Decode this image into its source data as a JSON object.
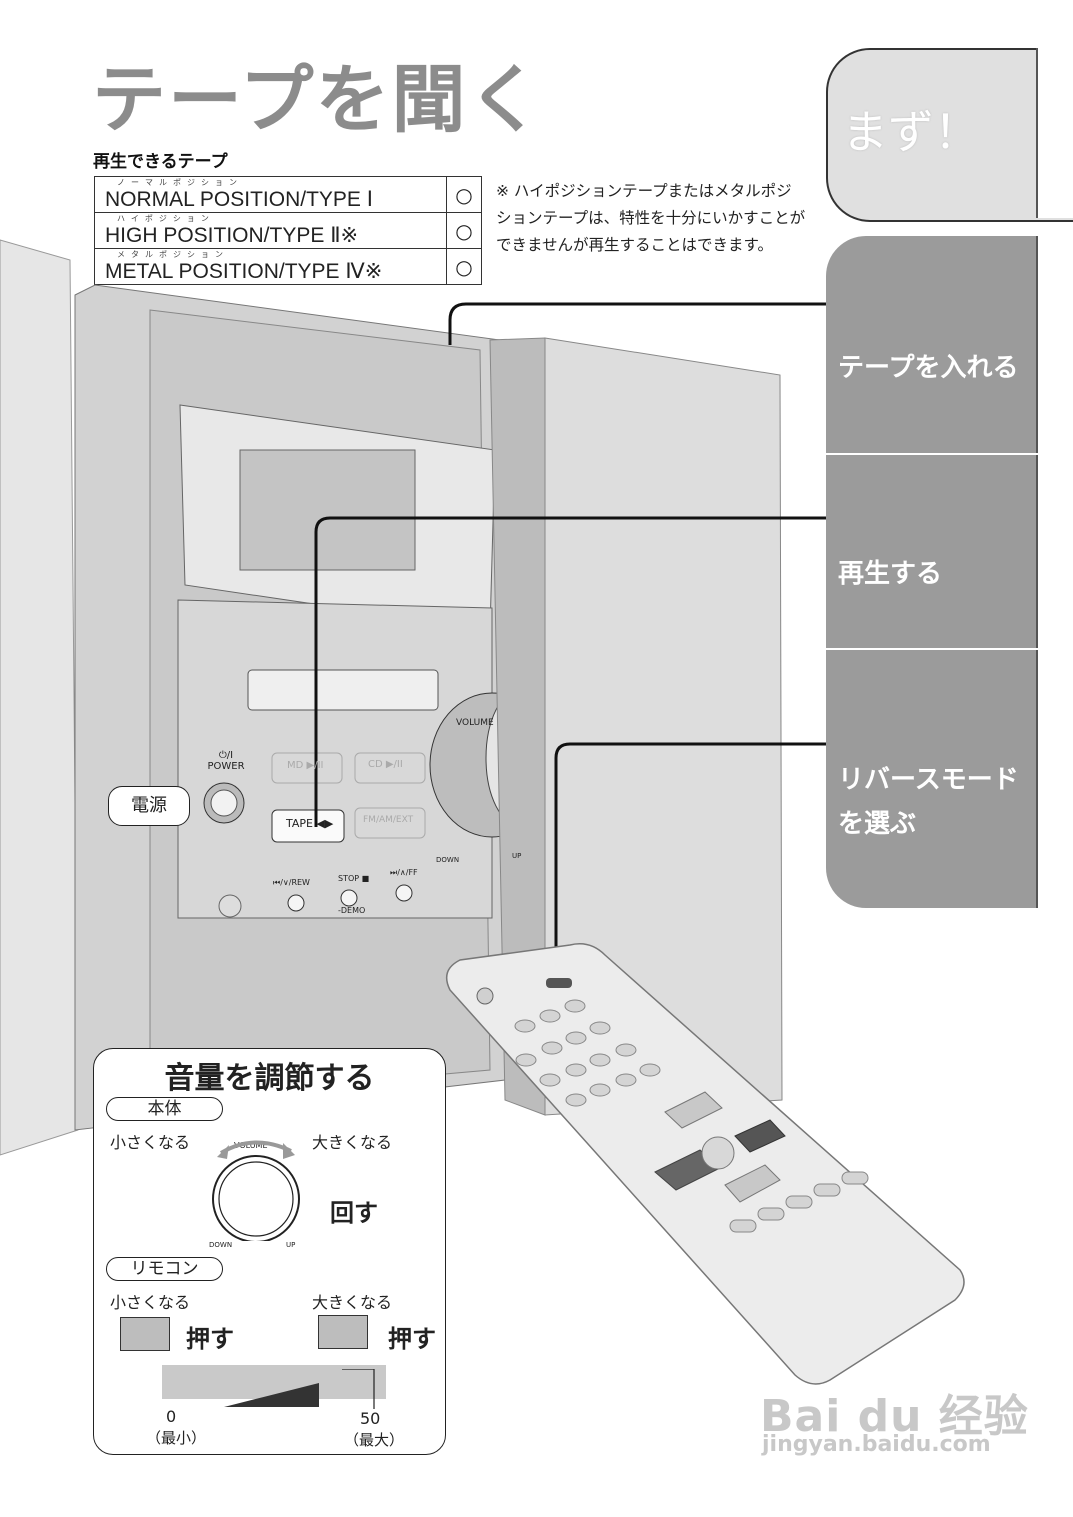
{
  "page": {
    "title": "テープを聞く",
    "tapes_heading": "再生できるテープ",
    "tapes": [
      {
        "ruby": "ノーマルポジション",
        "name": "NORMAL POSITION/TYPE Ⅰ",
        "mark": "○"
      },
      {
        "ruby": "ハイポジション",
        "name": "HIGH POSITION/TYPE Ⅱ※",
        "mark": "○"
      },
      {
        "ruby": "メタルポジション",
        "name": "METAL POSITION/TYPE Ⅳ※",
        "mark": "○"
      }
    ],
    "note": "※ ハイポジションテープまたはメタルポジションテープは、特性を十分にいかすことができませんが再生することはできます。"
  },
  "tabs": {
    "first": "まず！",
    "steps": [
      "テープを入れる",
      "再生する",
      "リバースモード",
      "を選ぶ"
    ]
  },
  "device": {
    "power_label": "電源",
    "power_button": "⏻/I POWER",
    "volume_label": "VOLUME",
    "down": "DOWN",
    "up": "UP",
    "md": "MD ▶/II",
    "cd": "CD ▶/II",
    "tape": "TAPE ◀▶",
    "fm": "FM/AM/EXT",
    "rew": "⏮/∨/REW",
    "stop": "STOP ■",
    "demo": "-DEMO",
    "ff": "⏭/∧/FF"
  },
  "volume_panel": {
    "title": "音量を調節する",
    "unit_pill": "本体",
    "smaller": "小さくなる",
    "bigger": "大きくなる",
    "knob_label": "VOLUME",
    "knob_down": "DOWN",
    "knob_up": "UP",
    "turn": "回す",
    "remote_pill": "リモコン",
    "press_left": "押す",
    "press_right": "押す",
    "min_value": "0",
    "min_label": "（最小）",
    "max_value": "50",
    "max_label": "（最大）"
  },
  "watermark": {
    "brand": "Bai du 经验",
    "url": "jingyan.baidu.com"
  }
}
